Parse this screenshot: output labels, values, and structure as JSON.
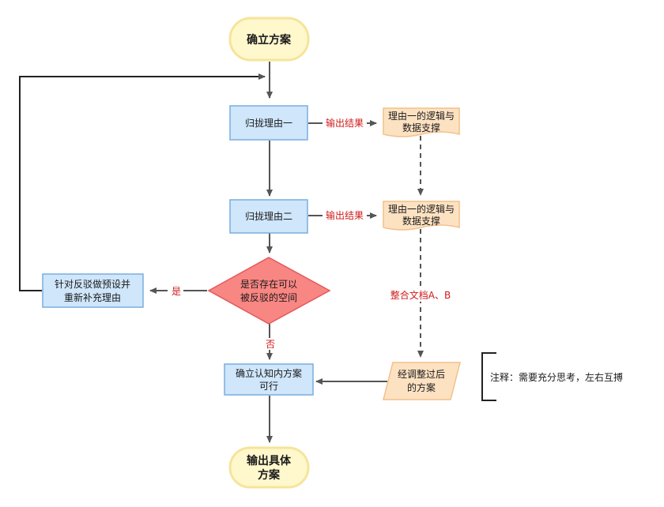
{
  "nodes": {
    "start": "确立方案",
    "reason1": "归拢理由一",
    "reason2": "归拢理由二",
    "decision_line1": "是否存在可以",
    "decision_line2": "被反驳的空间",
    "rebut_line1": "针对反驳做预设并",
    "rebut_line2": "重新补充理由",
    "confirm_line1": "确立认知内方案",
    "confirm_line2": "可行",
    "end_line1": "输出具体",
    "end_line2": "方案",
    "doc1_line1": "理由一的逻辑与",
    "doc1_line2": "数据支撑",
    "doc2_line1": "理由一的逻辑与",
    "doc2_line2": "数据支撑",
    "adjusted_line1": "经调整过后",
    "adjusted_line2": "的方案"
  },
  "edge_labels": {
    "output1": "输出结果",
    "output2": "输出结果",
    "merge": "整合文档A、B",
    "yes": "是",
    "no": "否"
  },
  "note": "注释：需要充分思考，左右互搏",
  "colors": {
    "terminal_fill": "#fff8cc",
    "terminal_stroke": "#f6e49a",
    "process_fill": "#cfe6fb",
    "process_stroke": "#79aede",
    "decision_fill": "#f88683",
    "decision_stroke": "#e35a5a",
    "doc_fill": "#fde2c2",
    "doc_stroke": "#f2c08a",
    "label_red": "#d01b1b",
    "arrow": "#555555"
  }
}
